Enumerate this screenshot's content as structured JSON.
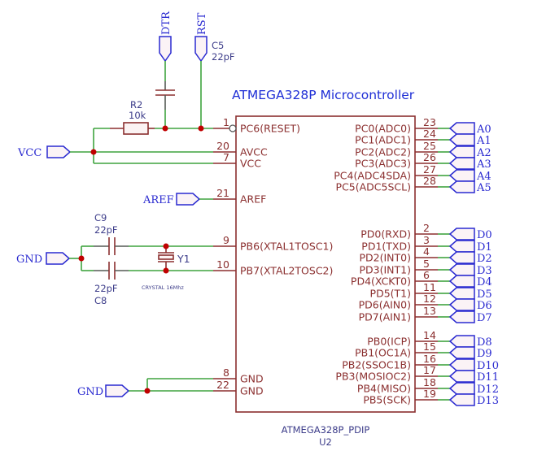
{
  "title": "ATMEGA328P Microcontroller",
  "part": {
    "name": "ATMEGA328P_PDIP",
    "ref": "U2"
  },
  "left_pins": [
    {
      "num": "1",
      "name": "PC6(RESET)",
      "inverted": true
    },
    {
      "num": "20",
      "name": "AVCC"
    },
    {
      "num": "7",
      "name": "VCC"
    },
    {
      "num": "21",
      "name": "AREF"
    },
    {
      "num": "9",
      "name": "PB6(XTAL1TOSC1)"
    },
    {
      "num": "10",
      "name": "PB7(XTAL2TOSC2)"
    },
    {
      "num": "8",
      "name": "GND"
    },
    {
      "num": "22",
      "name": "GND"
    }
  ],
  "right_pins": [
    {
      "num": "23",
      "name": "PC0(ADC0)",
      "net": "A0"
    },
    {
      "num": "24",
      "name": "PC1(ADC1)",
      "net": "A1"
    },
    {
      "num": "25",
      "name": "PC2(ADC2)",
      "net": "A2"
    },
    {
      "num": "26",
      "name": "PC3(ADC3)",
      "net": "A3"
    },
    {
      "num": "27",
      "name": "PC4(ADC4SDA)",
      "net": "A4"
    },
    {
      "num": "28",
      "name": "PC5(ADC5SCL)",
      "net": "A5"
    },
    {
      "num": "2",
      "name": "PD0(RXD)",
      "net": "D0"
    },
    {
      "num": "3",
      "name": "PD1(TXD)",
      "net": "D1"
    },
    {
      "num": "4",
      "name": "PD2(INT0)",
      "net": "D2"
    },
    {
      "num": "5",
      "name": "PD3(INT1)",
      "net": "D3"
    },
    {
      "num": "6",
      "name": "PD4(XCKT0)",
      "net": "D4"
    },
    {
      "num": "11",
      "name": "PD5(T1)",
      "net": "D5"
    },
    {
      "num": "12",
      "name": "PD6(AIN0)",
      "net": "D6"
    },
    {
      "num": "13",
      "name": "PD7(AIN1)",
      "net": "D7"
    },
    {
      "num": "14",
      "name": "PB0(ICP)",
      "net": "D8"
    },
    {
      "num": "15",
      "name": "PB1(OC1A)",
      "net": "D9"
    },
    {
      "num": "16",
      "name": "PB2(SSOC1B)",
      "net": "D10"
    },
    {
      "num": "17",
      "name": "PB3(MOSIOC2)",
      "net": "D11"
    },
    {
      "num": "18",
      "name": "PB4(MISO)",
      "net": "D12"
    },
    {
      "num": "19",
      "name": "PB5(SCK)",
      "net": "D13"
    }
  ],
  "net_ports": {
    "dtr": "DTR",
    "rst": "RST",
    "vcc": "VCC",
    "aref": "AREF",
    "gnd_crystal": "GND",
    "gnd_chip": "GND"
  },
  "components": {
    "r2": {
      "ref": "R2",
      "value": "10k"
    },
    "c5": {
      "ref": "C5",
      "value": "22pF"
    },
    "c9": {
      "ref": "C9",
      "value": "22pF"
    },
    "c8": {
      "ref": "C8",
      "value": "22pF"
    },
    "y1": {
      "ref": "Y1",
      "value": "CRYSTAL 16Mhz"
    }
  }
}
